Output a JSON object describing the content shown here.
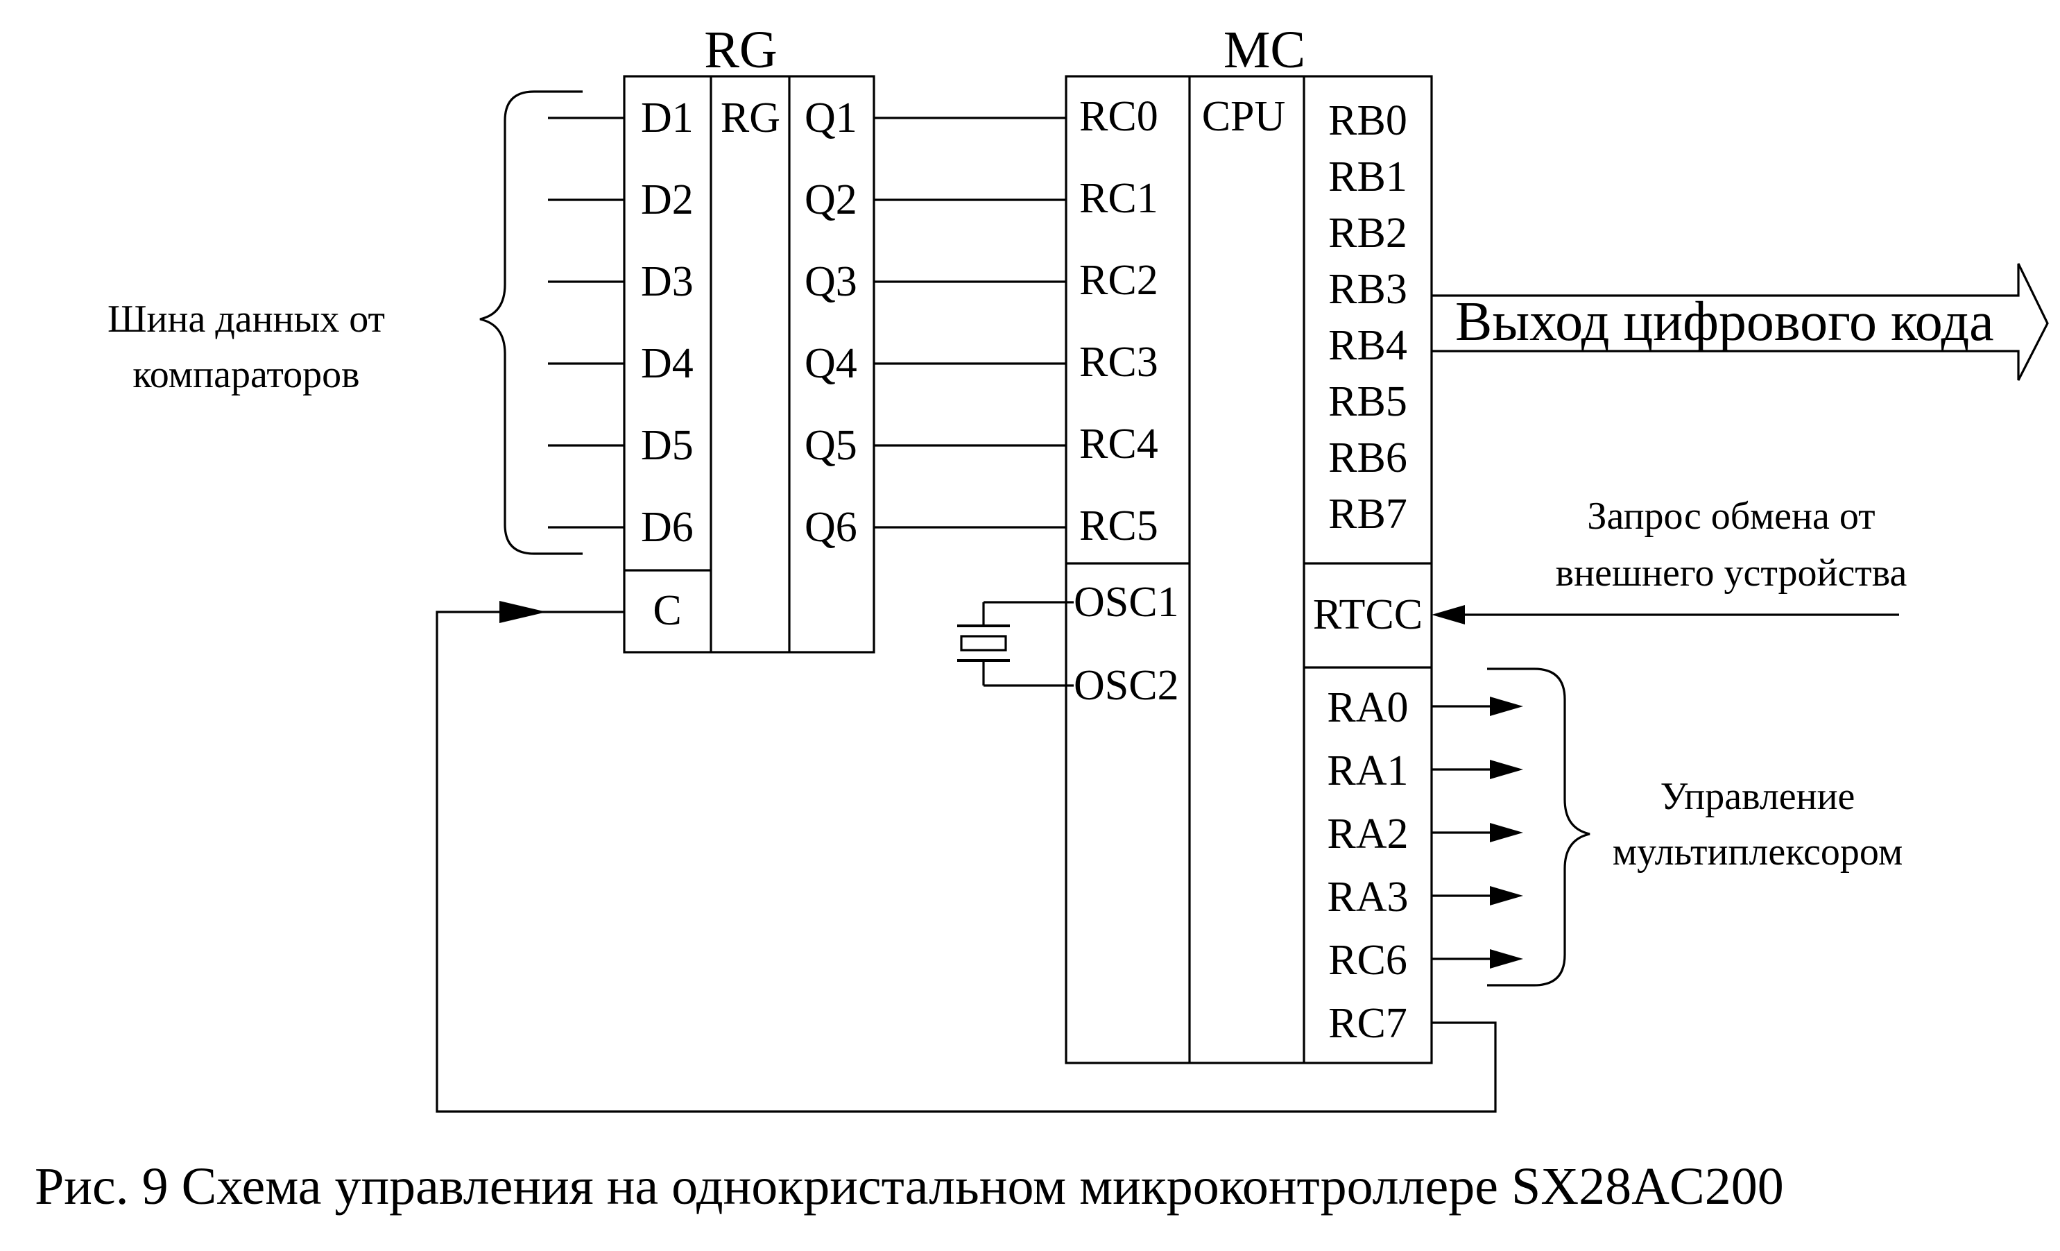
{
  "rg": {
    "title": "RG",
    "center_label": "RG",
    "inputs": [
      "D1",
      "D2",
      "D3",
      "D4",
      "D5",
      "D6"
    ],
    "clock": "C",
    "outputs": [
      "Q1",
      "Q2",
      "Q3",
      "Q4",
      "Q5",
      "Q6"
    ]
  },
  "mc": {
    "title": "MC",
    "center_label": "CPU",
    "left_pins": [
      "RC0",
      "RC1",
      "RC2",
      "RC3",
      "RC4",
      "RC5"
    ],
    "osc_pins": [
      "OSC1",
      "OSC2"
    ],
    "right_pins_b": [
      "RB0",
      "RB1",
      "RB2",
      "RB3",
      "RB4",
      "RB5",
      "RB6",
      "RB7"
    ],
    "rtcc": "RTCC",
    "right_pins_a": [
      "RA0",
      "RA1",
      "RA2",
      "RA3",
      "RC6",
      "RC7"
    ]
  },
  "labels": {
    "data_bus": [
      "Шина данных от",
      "компараторов"
    ],
    "digital_out": "Выход цифрового кода",
    "exchange_request": [
      "Запрос обмена от",
      "внешнего устройства"
    ],
    "mux_control": [
      "Управление",
      "мультиплексором"
    ]
  },
  "caption": "Рис. 9  Схема управления на однокристальном микроконтроллере SX28AC200"
}
